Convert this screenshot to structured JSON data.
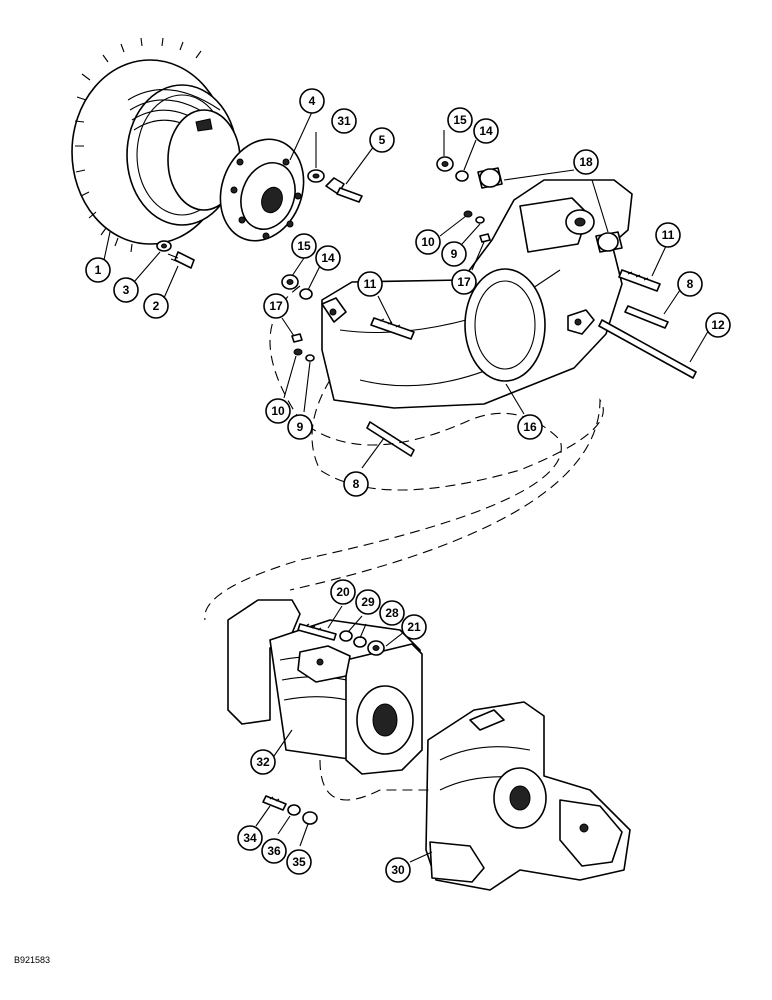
{
  "callouts": [
    {
      "id": "c1",
      "label": "1"
    },
    {
      "id": "c2",
      "label": "2"
    },
    {
      "id": "c3",
      "label": "3"
    },
    {
      "id": "c4",
      "label": "4"
    },
    {
      "id": "c31",
      "label": "31"
    },
    {
      "id": "c5",
      "label": "5"
    },
    {
      "id": "c15a",
      "label": "15"
    },
    {
      "id": "c14a",
      "label": "14"
    },
    {
      "id": "c18",
      "label": "18"
    },
    {
      "id": "c10a",
      "label": "10"
    },
    {
      "id": "c9a",
      "label": "9"
    },
    {
      "id": "c17a",
      "label": "17"
    },
    {
      "id": "c11a",
      "label": "11"
    },
    {
      "id": "c8a",
      "label": "8"
    },
    {
      "id": "c12",
      "label": "12"
    },
    {
      "id": "c15b",
      "label": "15"
    },
    {
      "id": "c14b",
      "label": "14"
    },
    {
      "id": "c11b",
      "label": "11"
    },
    {
      "id": "c17b",
      "label": "17"
    },
    {
      "id": "c10b",
      "label": "10"
    },
    {
      "id": "c9b",
      "label": "9"
    },
    {
      "id": "c16",
      "label": "16"
    },
    {
      "id": "c8b",
      "label": "8"
    },
    {
      "id": "c20",
      "label": "20"
    },
    {
      "id": "c29",
      "label": "29"
    },
    {
      "id": "c28",
      "label": "28"
    },
    {
      "id": "c21",
      "label": "21"
    },
    {
      "id": "c32",
      "label": "32"
    },
    {
      "id": "c34",
      "label": "34"
    },
    {
      "id": "c36",
      "label": "36"
    },
    {
      "id": "c35",
      "label": "35"
    },
    {
      "id": "c30",
      "label": "30"
    }
  ],
  "reference_code": "B921583"
}
